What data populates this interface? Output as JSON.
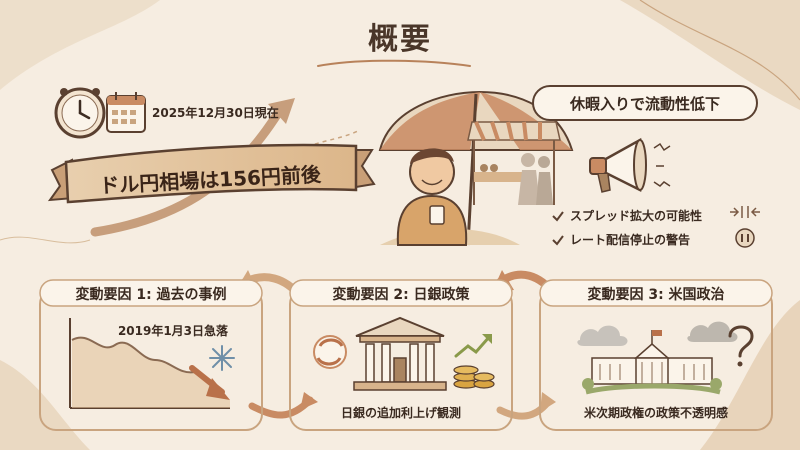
{
  "title": "概要",
  "header": {
    "date": "2025年12月30日現在",
    "banner": "ドル円相場は156円前後"
  },
  "holiday": {
    "pill": "休暇入りで流動性低下",
    "checks": [
      {
        "label": "スプレッド拡大の可能性"
      },
      {
        "label": "レート配信停止の警告"
      }
    ]
  },
  "factors": [
    {
      "title": "変動要因 1: 過去の事例",
      "caption": "2019年1月3日急落"
    },
    {
      "title": "変動要因 2: 日銀政策",
      "caption": "日銀の追加利上げ観測"
    },
    {
      "title": "変動要因 3: 米国政治",
      "caption": "米次期政権の政策不透明感"
    }
  ],
  "colors": {
    "background": "#f6ede1",
    "accent": "#b8825a",
    "text": "#3d2c22",
    "ribbon": "#e2c39c"
  },
  "icons": [
    "clock-icon",
    "calendar-icon",
    "megaphone-icon",
    "check-icon",
    "pause-icon",
    "snowflake-icon",
    "bank-building-icon",
    "coin-stack-icon",
    "white-house-icon",
    "question-mark-icon",
    "cycle-arrows-icon"
  ]
}
